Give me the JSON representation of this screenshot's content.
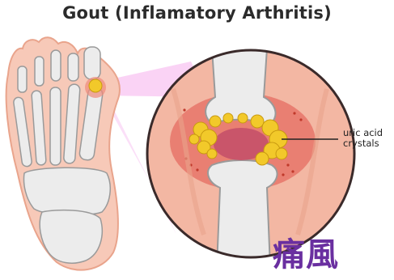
{
  "title": "Gout (Inflamatory Arthritis)",
  "callout": {
    "line1": "uric acid",
    "line2": "crystals"
  },
  "caption": "痛風",
  "colors": {
    "skin": "#f7c9b8",
    "skin_dark": "#e9a48c",
    "bone": "#ececec",
    "bone_outline": "#9a9a9a",
    "zoom_beam": "#f6b6f0",
    "inflamed": "#e6766a",
    "crystal": "#f2c92a",
    "caption": "#6a2fa0"
  }
}
